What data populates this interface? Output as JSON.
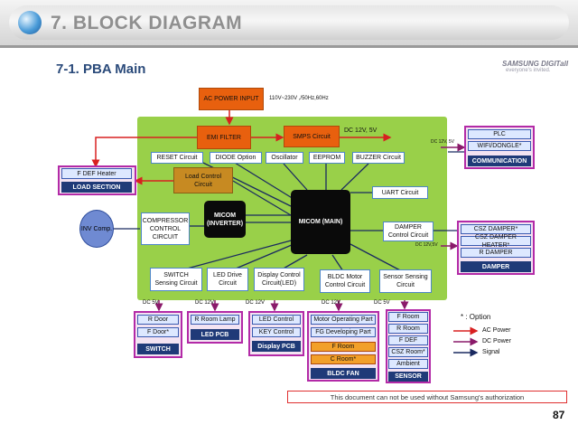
{
  "header": {
    "title": "7. BLOCK DIAGRAM"
  },
  "section": {
    "title": "7-1. PBA Main"
  },
  "logo": {
    "text": "SAMSUNG DIGITall",
    "tagline": "everyone's invited."
  },
  "power": {
    "ac_input": "AC POWER INPUT",
    "ac_spec": "110V~230V ,/50Hz,60Hz",
    "emi": "EMI FILTER",
    "smps": "SMPS Circuit",
    "dc_out": "DC 12V, 5V"
  },
  "pcb": {
    "reset": "RESET Circuit",
    "diode": "DIODE Option",
    "oscillator": "Oscillator",
    "eeprom": "EEPROM",
    "buzzer": "BUZZER Circuit",
    "load_control": "Load Control Circuit",
    "uart": "UART Circuit",
    "micom_inverter": "MICOM (INVERTER)",
    "micom_main": "MICOM (MAIN)",
    "compressor": "COMPRESSOR CONTROL CIRCUIT",
    "damper_ctrl": "DAMPER Control Circuit",
    "switch": "SWITCH Sensing Circuit",
    "led_drive": "LED Drive Circuit",
    "display": "Display Control Circuit(LED)",
    "bldc": "BLDC Motor Control Circuit",
    "sensor": "Sensor Sensing Circuit"
  },
  "load_section": {
    "item": "F DEF Heater",
    "label": "LOAD SECTION"
  },
  "inv_comp": "INV Comp.",
  "communication": {
    "dc": "DC 12V, 5V",
    "items": [
      "PLC",
      "WIFI/DONGLE*"
    ],
    "label": "COMMUNICATION"
  },
  "damper": {
    "dc": "DC 12V,5V",
    "items": [
      "CSZ DAMPER*",
      "CSZ DAMPER HEATER*",
      "R DAMPER"
    ],
    "label": "DAMPER"
  },
  "bottom_dc": {
    "switch": "DC 5V",
    "led": "DC 12V",
    "display": "DC 12V",
    "bldc": "DC 12V",
    "sensor": "DC 5V"
  },
  "switch_grp": {
    "items": [
      "R Door",
      "F Door*"
    ],
    "label": "SWITCH"
  },
  "led_grp": {
    "items": [
      "R Room Lamp"
    ],
    "label": "LED PCB"
  },
  "display_grp": {
    "items": [
      "LED Control",
      "KEY Control"
    ],
    "label": "Display PCB"
  },
  "bldc_grp": {
    "items": [
      "Motor Operating Part",
      "FG Developing Part"
    ],
    "fans": [
      "F Room",
      "C Room*"
    ],
    "label": "BLDC FAN"
  },
  "sensor_grp": {
    "items": [
      "F Room",
      "R Room",
      "F DEF",
      "CSZ Room*",
      "Ambient"
    ],
    "label": "SENSOR"
  },
  "legend": {
    "option": "* : Option",
    "ac": "AC Power",
    "dc": "DC Power",
    "signal": "Signal",
    "colors": {
      "ac": "#d82020",
      "dc": "#8a1a6a",
      "signal": "#1a2a60"
    }
  },
  "notice": "This document can not be used without Samsung's authorization",
  "page_number": "87"
}
